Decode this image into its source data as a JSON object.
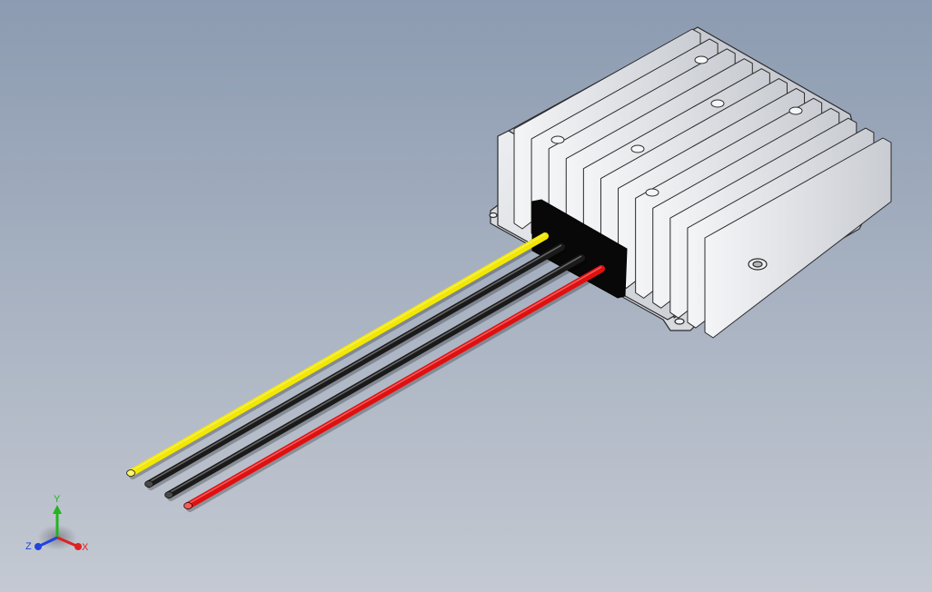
{
  "viewport": {
    "background_top": "#8c9bb1",
    "background_bottom": "#c4c9d2"
  },
  "model": {
    "housing_color": "#e2e4e8",
    "housing_edge_color": "#2b2b2b",
    "grommet_color": "#080808"
  },
  "wires": [
    {
      "name": "yellow",
      "color": "#f2e700",
      "tip": "#fff36a"
    },
    {
      "name": "black",
      "color": "#1a1a1a",
      "tip": "#4a4a4a"
    },
    {
      "name": "black",
      "color": "#1a1a1a",
      "tip": "#4a4a4a"
    },
    {
      "name": "red",
      "color": "#e01010",
      "tip": "#ff5a5a"
    }
  ],
  "triad": {
    "y_label": "Y",
    "z_label": "Z",
    "x_label": "X",
    "y_color": "#21b51f",
    "z_color": "#2244dd",
    "x_color": "#dd2222"
  }
}
